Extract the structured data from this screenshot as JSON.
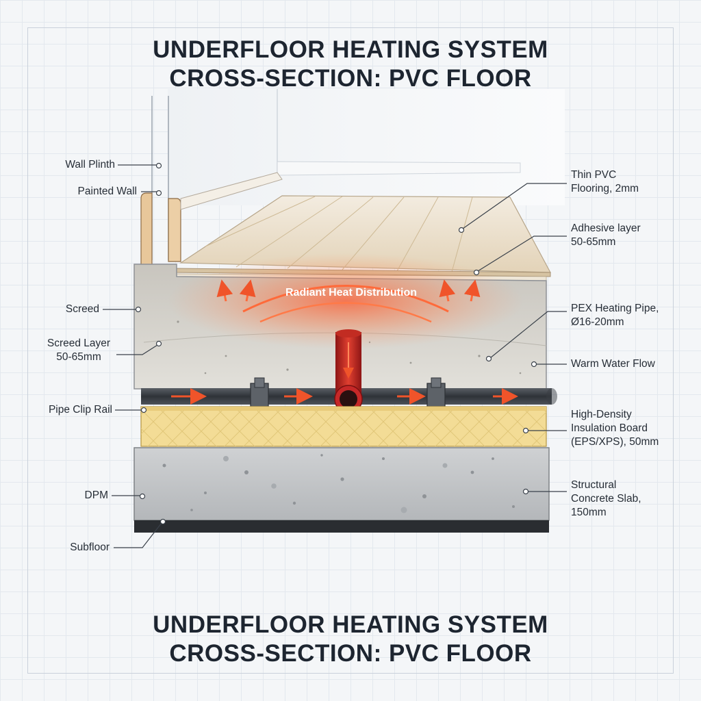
{
  "title": {
    "line1": "UNDERFLOOR HEATING SYSTEM",
    "line2": "CROSS-SECTION: PVC FLOOR"
  },
  "footer_title": {
    "line1": "UNDERFLOOR HEATING SYSTEM",
    "line2": "CROSS-SECTION: PVC FLOOR"
  },
  "heat_label": "Radiant Heat Distribution",
  "labels_left": {
    "wall_plinth": "Wall Plinth",
    "painted_wall": "Painted Wall",
    "screed": "Screed",
    "screed_layer": "Screed Layer\n50-65mm",
    "pipe_clip_rail": "Pipe Clip Rail",
    "dpm": "DPM",
    "subfloor": "Subfloor"
  },
  "labels_right": {
    "pvc_flooring": "Thin PVC\nFlooring, 2mm",
    "adhesive_layer": "Adhesive layer\n50-65mm",
    "pex_pipe": "PEX Heating Pipe,\nØ16-20mm",
    "warm_water_flow": "Warm Water Flow",
    "insulation_board": "High-Density\nInsulation Board\n(EPS/XPS), 50mm",
    "concrete_slab": "Structural\nConcrete Slab,\n150mm"
  },
  "colors": {
    "heat": "#f0542a",
    "pipe": "#c62828",
    "insulation": "#f3dc96",
    "concrete": "#c3c6c9",
    "screed": "#dedcd6",
    "floor": "#ece0cc",
    "dpm": "#2a2d31"
  }
}
